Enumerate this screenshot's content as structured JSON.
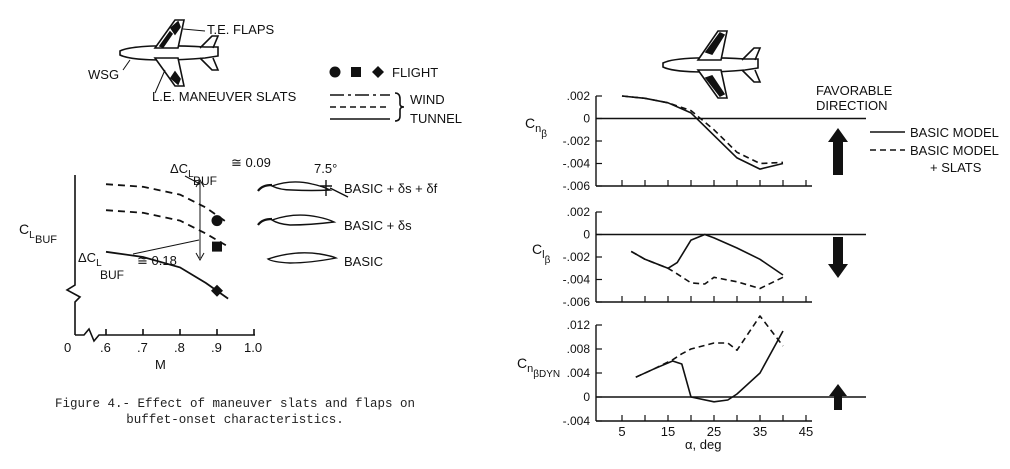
{
  "left_figure": {
    "airplane_labels": {
      "te_flaps": "T.E. FLAPS",
      "wsg": "WSG",
      "le_slats": "L.E. MANEUVER SLATS"
    },
    "legend": {
      "flight": "FLIGHT",
      "wind_tunnel_1": "WIND",
      "wind_tunnel_2": "TUNNEL"
    },
    "delta_top": {
      "prefix": "ΔC",
      "sub": "L",
      "subsub": "BUF",
      "value": "≅ 0.09"
    },
    "delta_bottom": {
      "prefix": "ΔC",
      "sub": "L",
      "subsub": "BUF",
      "value": "≅ 0.18"
    },
    "angle_label": "7.5°",
    "config_labels": {
      "top": "BASIC + δs + δf",
      "middle": "BASIC + δs",
      "bottom": "BASIC"
    },
    "ylabel": {
      "main": "C",
      "sub": "L",
      "subsub": "BUF"
    },
    "xlabel": "M",
    "x_ticks": [
      "0",
      ".6",
      ".7",
      ".8",
      ".9",
      "1.0"
    ],
    "caption_line1": "Figure 4.- Effect of maneuver slats and flaps on",
    "caption_line2": "buffet-onset characteristics."
  },
  "right_figure": {
    "favorable_1": "FAVORABLE",
    "favorable_2": "DIRECTION",
    "legend_basic": "BASIC MODEL",
    "legend_slats_1": "BASIC MODEL",
    "legend_slats_2": "+ SLATS",
    "xlabel": "α, deg",
    "x_ticks": [
      "5",
      "15",
      "25",
      "35",
      "45"
    ]
  },
  "chart_data": [
    {
      "type": "line",
      "ylabel": "CLBUF",
      "xlabel": "M",
      "x_ticks": [
        0,
        0.6,
        0.7,
        0.8,
        0.9,
        1.0
      ],
      "series": [
        {
          "name": "BASIC + δs + δf",
          "style": "dashed",
          "x": [
            0.6,
            0.7,
            0.8,
            0.87,
            0.93
          ],
          "y": [
            0.88,
            0.87,
            0.84,
            0.79,
            0.73
          ]
        },
        {
          "name": "BASIC + δs",
          "style": "dashed",
          "x": [
            0.6,
            0.7,
            0.8,
            0.87,
            0.93
          ],
          "y": [
            0.78,
            0.77,
            0.74,
            0.69,
            0.64
          ]
        },
        {
          "name": "BASIC",
          "style": "solid",
          "x": [
            0.6,
            0.7,
            0.8,
            0.87,
            0.93
          ],
          "y": [
            0.62,
            0.6,
            0.56,
            0.5,
            0.44
          ]
        }
      ],
      "flight_points": [
        {
          "shape": "circle",
          "x": 0.9,
          "y": 0.74
        },
        {
          "shape": "square",
          "x": 0.9,
          "y": 0.64
        },
        {
          "shape": "diamond",
          "x": 0.9,
          "y": 0.47
        }
      ]
    },
    {
      "type": "line",
      "ylabel": "Cnβ",
      "ylim": [
        -0.006,
        0.002
      ],
      "y_ticks": [
        ".002",
        "0",
        "-.002",
        "-.004",
        "-.006"
      ],
      "x": [
        5,
        10,
        15,
        20,
        25,
        30,
        35,
        40
      ],
      "series": [
        {
          "name": "BASIC MODEL",
          "values": [
            0.002,
            0.0018,
            0.0014,
            0.0005,
            -0.0015,
            -0.0035,
            -0.0045,
            -0.004
          ]
        },
        {
          "name": "BASIC MODEL + SLATS",
          "values": [
            0.002,
            0.0018,
            0.0014,
            0.0007,
            -0.001,
            -0.003,
            -0.004,
            -0.0039
          ]
        }
      ]
    },
    {
      "type": "line",
      "ylabel": "Clβ",
      "ylim": [
        -0.006,
        0.002
      ],
      "y_ticks": [
        ".002",
        "0",
        "-.002",
        "-.004",
        "-.006"
      ],
      "x": [
        7,
        10,
        15,
        17,
        20,
        23,
        25,
        30,
        35,
        40
      ],
      "series": [
        {
          "name": "BASIC MODEL",
          "values": [
            -0.0015,
            -0.0022,
            -0.003,
            -0.0025,
            -0.0005,
            0.0,
            -0.0003,
            -0.0012,
            -0.0022,
            -0.0036
          ]
        },
        {
          "name": "BASIC MODEL + SLATS",
          "values": [
            -0.0015,
            -0.0022,
            -0.003,
            -0.0035,
            -0.0043,
            -0.0044,
            -0.0038,
            -0.0042,
            -0.0048,
            -0.0038
          ]
        }
      ]
    },
    {
      "type": "line",
      "ylabel": "CnβDYN",
      "ylim": [
        -0.004,
        0.012
      ],
      "y_ticks": [
        ".012",
        ".008",
        ".004",
        "0",
        "-.004"
      ],
      "x": [
        8,
        12,
        16,
        18,
        20,
        25,
        28,
        30,
        35,
        40
      ],
      "series": [
        {
          "name": "BASIC MODEL",
          "values": [
            0.0033,
            0.0047,
            0.006,
            0.0055,
            0.0,
            -0.0008,
            -0.0005,
            0.0005,
            0.004,
            0.011
          ]
        },
        {
          "name": "BASIC MODEL + SLATS",
          "values": [
            0.0033,
            0.0047,
            0.0062,
            0.0072,
            0.008,
            0.009,
            0.009,
            0.0078,
            0.0135,
            0.0085
          ]
        }
      ]
    }
  ]
}
